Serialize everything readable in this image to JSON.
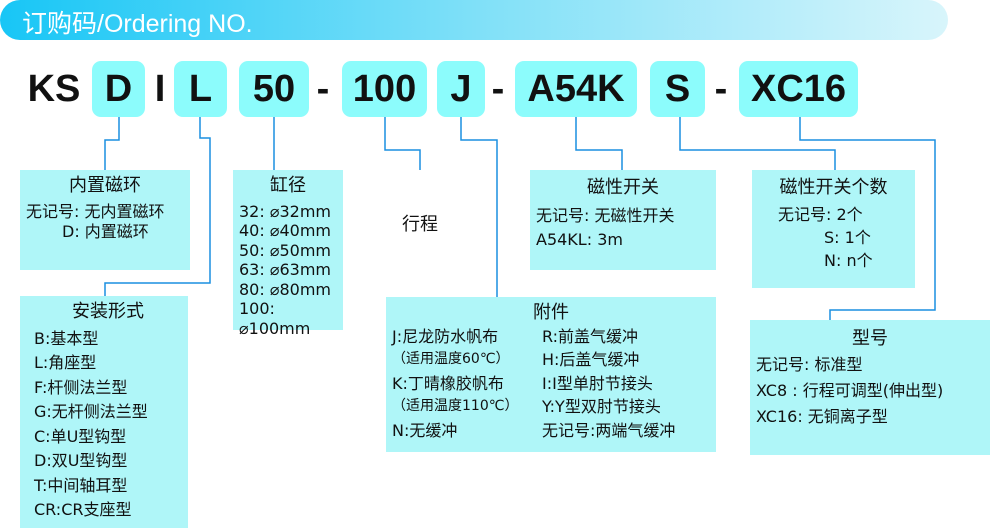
{
  "title": "订购码/Ordering NO.",
  "code": {
    "prefix": "KS",
    "d": "D",
    "i": "I",
    "l": "L",
    "bore": "50",
    "dash": "-",
    "stroke": "100",
    "j": "J",
    "switch": "A54K",
    "s": "S",
    "xc": "XC16"
  },
  "magnet": {
    "title": "内置磁环",
    "items": [
      "无记号: 无内置磁环",
      "D: 内置磁环"
    ]
  },
  "bore": {
    "title": "缸径",
    "items": [
      "32: ⌀32mm",
      "40: ⌀40mm",
      "50: ⌀50mm",
      "63: ⌀63mm",
      "80: ⌀80mm",
      "100: ⌀100mm"
    ]
  },
  "stroke_label": "行程",
  "mount": {
    "title": "安装形式",
    "items": [
      "B:基本型",
      "L:角座型",
      "F:杆侧法兰型",
      "G:无杆侧法兰型",
      "C:单U型钩型",
      "D:双U型钩型",
      "T:中间轴耳型",
      "CR:CR支座型"
    ]
  },
  "acc": {
    "title": "附件",
    "left": [
      "J:尼龙防水帆布",
      "（适用温度60℃）",
      "K:丁晴橡胶帆布",
      "（适用温度110℃）",
      "N:无缓冲"
    ],
    "right": [
      "R:前盖气缓冲",
      "H:后盖气缓冲",
      "I:I型单肘节接头",
      "Y:Y型双肘节接头",
      "无记号:两端气缓冲"
    ]
  },
  "sw": {
    "title": "磁性开关",
    "items": [
      "无记号: 无磁性开关",
      "A54KL: 3m"
    ]
  },
  "swn": {
    "title": "磁性开关个数",
    "items": [
      "无记号: 2个",
      "S: 1个",
      "N: n个"
    ]
  },
  "model": {
    "title": "型号",
    "items": [
      "无记号: 标准型",
      "XC8 : 行程可调型(伸出型)",
      "XC16: 无铜离子型"
    ]
  }
}
